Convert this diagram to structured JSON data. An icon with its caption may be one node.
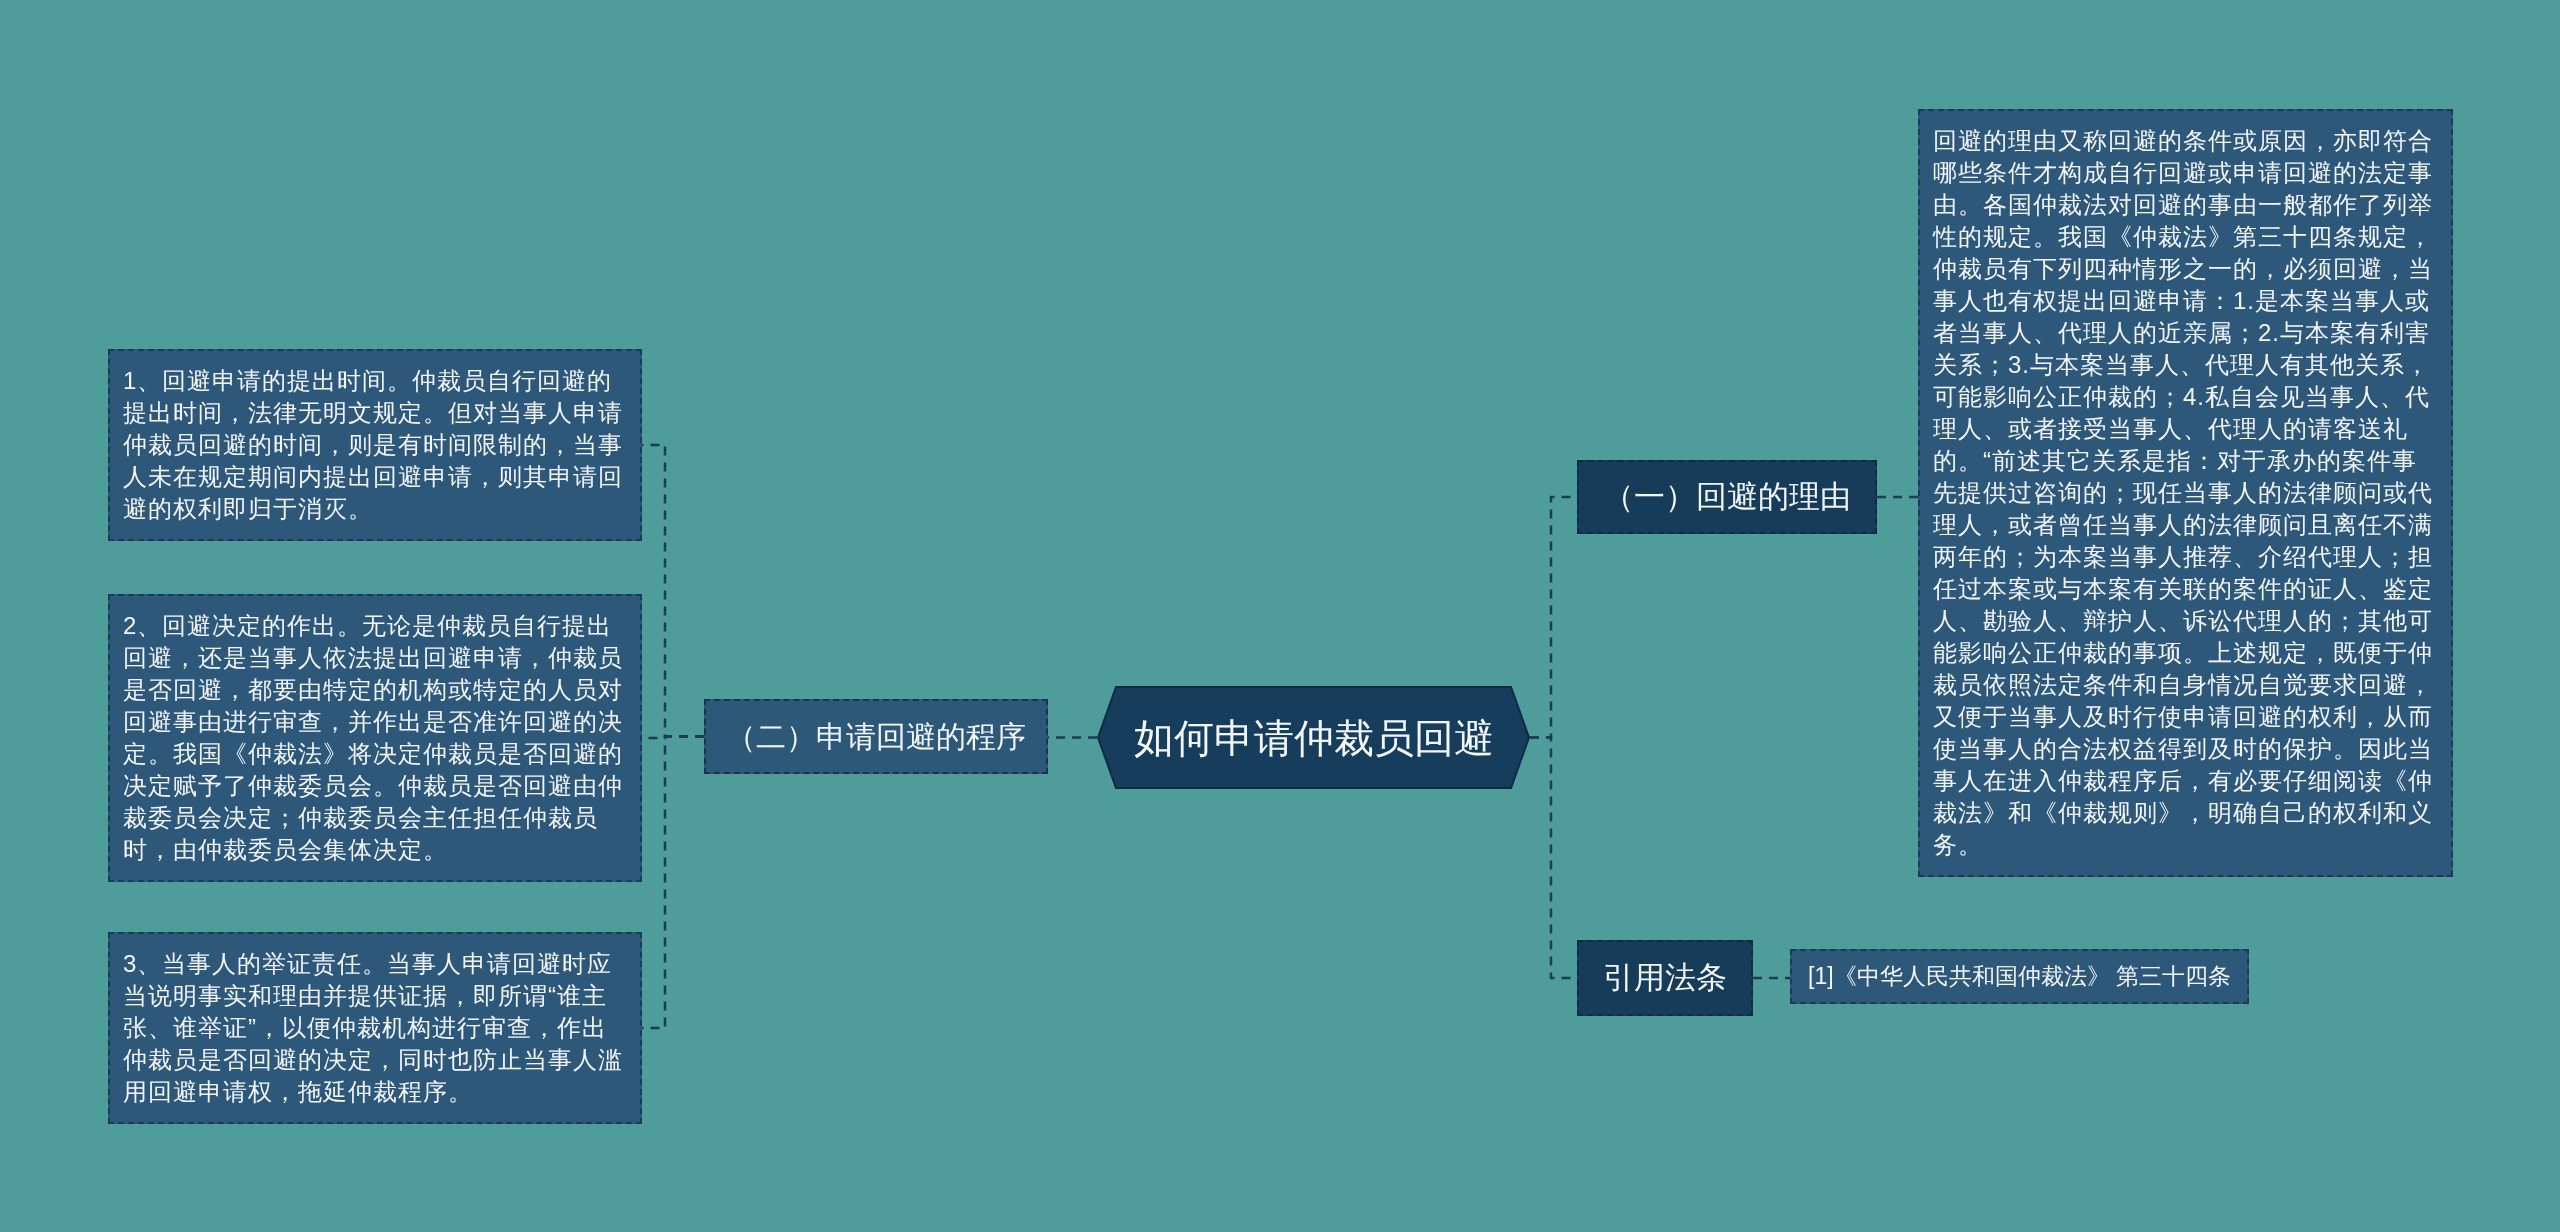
{
  "diagram": {
    "nodes": [
      {
        "text": [
          "如何申请仲裁员回避"
        ]
      },
      {
        "text": [
          "（一）回避的理由"
        ]
      },
      {
        "text": [
          "回避的理由又称回避的条件或原因，亦即符合哪些条件才构成自行回避或申请回避的法定事由。各国仲裁法对回避的事由一般都作了列举性的规定。我国《仲裁法》第三十四条规定，仲裁员有下列四种情形之一的，必须回避，当事人也有权提出回避申请：1.是本案当事人或者当事人、代理人的近亲属；2.与本案有利害关系；3.与本案当事人、代理人有其他关系，可能影响公正仲裁的；4.私自会见当事人、代理人、或者接受当事人、代理人的请客送礼的。“前述其它关系是指：对于承办的案件事先提供过咨询的；现任当事人的法律顾问或代理人，或者曾任当事人的法律顾问且离任不满两年的；为本案当事人推荐、介绍代理人；担任过本案或与本案有关联的案件的证人、鉴定人、勘验人、辩护人、诉讼代理人的；其他可能影响公正仲裁的事项。上述规定，既便于仲裁员依照法定条件和自身情况自觉要求回避，又便于当事人及时行使申请回避的权利，从而使当事人的合法权益得到及时的保护。因此当事人在进入仲裁程序后，有必要仔细阅读《仲裁法》和《仲裁规则》，明确自己的权利和义务。"
        ]
      },
      {
        "text": [
          "引用法条"
        ]
      },
      {
        "text": [
          "[1]《中华人民共和国仲裁法》 第三十四条"
        ]
      },
      {
        "text": [
          "（二）申请回避的程序"
        ]
      },
      {
        "text": [
          "1、回避申请的提出时间。仲裁员自行回避的提出时间，法律无明文规定。但对当事人申请仲裁员回避的时间，则是有时间限制的，当事人未在规定期间内提出回避申请，则其申请回避的权利即归于消灭。"
        ]
      },
      {
        "text": [
          "2、回避决定的作出。无论是仲裁员自行提出回避，还是当事人依法提出回避申请，仲裁员是否回避，都要由特定的机构或特定的人员对回避事由进行审查，并作出是否准许回避的决定。我国《仲裁法》将决定仲裁员是否回避的决定赋予了仲裁委员会。仲裁员是否回避由仲裁委员会决定；仲裁委员会主任担任仲裁员时，由仲裁委员会集体决定。"
        ]
      },
      {
        "text": [
          "3、当事人的举证责任。当事人申请回避时应当说明事实和理由并提供证据，即所谓“谁主张、谁举证”，以便仲裁机构进行审查，作出仲裁员是否回避的决定，同时也防止当事人滥用回避申请权，拖延仲裁程序。"
        ]
      }
    ],
    "edges": [
      {
        "from": 0,
        "to": 1,
        "arrow": "none",
        "style": "dashed"
      },
      {
        "from": 1,
        "to": 2,
        "arrow": "none",
        "style": "dashed"
      },
      {
        "from": 0,
        "to": 3,
        "arrow": "none",
        "style": "dashed"
      },
      {
        "from": 3,
        "to": 4,
        "arrow": "none",
        "style": "dashed"
      },
      {
        "from": 0,
        "to": 5,
        "arrow": "none",
        "style": "dashed"
      },
      {
        "from": 5,
        "to": 6,
        "arrow": "none",
        "style": "dashed"
      },
      {
        "from": 5,
        "to": 7,
        "arrow": "none",
        "style": "dashed"
      },
      {
        "from": 5,
        "to": 8,
        "arrow": "none",
        "style": "dashed"
      }
    ]
  }
}
